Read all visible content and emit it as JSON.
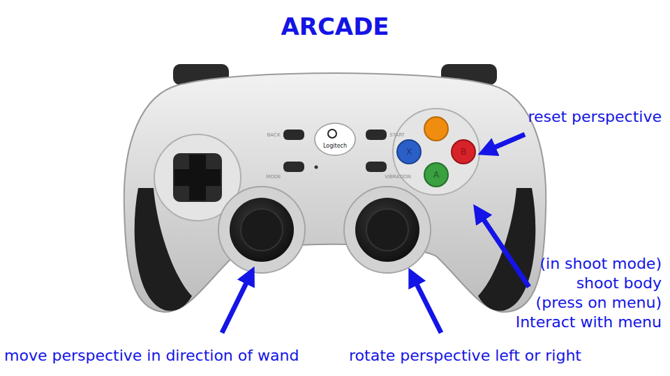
{
  "diagram": {
    "title": "ARCADE",
    "labels": [
      "BACK",
      "START",
      "MODE",
      "VIBRATION",
      "Logitech",
      "X",
      "B",
      "A",
      "reset perspective",
      "(in shoot mode)",
      "shoot body",
      "(press on menu)",
      "Interact with menu",
      "move perspective in direction of wand",
      "rotate perspective left or right"
    ]
  }
}
